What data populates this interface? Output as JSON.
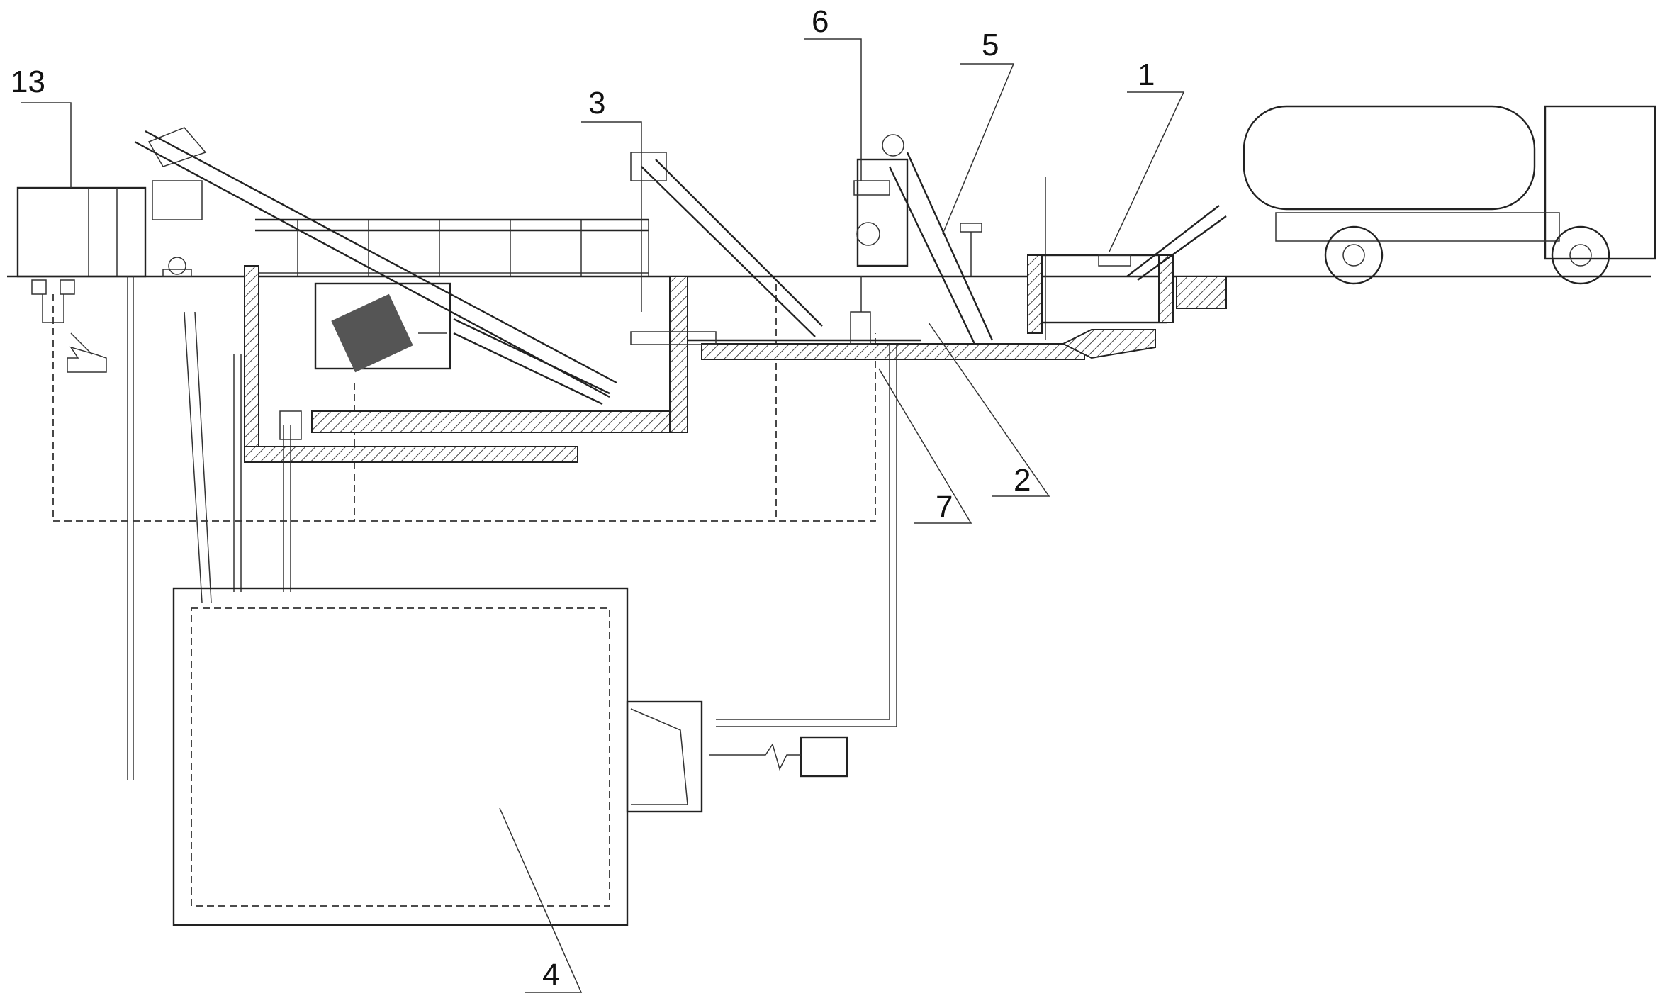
{
  "labels": {
    "l1": "1",
    "l2": "2",
    "l3": "3",
    "l4": "4",
    "l5": "5",
    "l6": "6",
    "l7": "7",
    "l13": "13"
  },
  "colors": {
    "line": "#222222",
    "background": "#ffffff"
  },
  "icons": [
    "truck-icon",
    "conveyor-icon",
    "tank-icon",
    "monitor-icon"
  ]
}
